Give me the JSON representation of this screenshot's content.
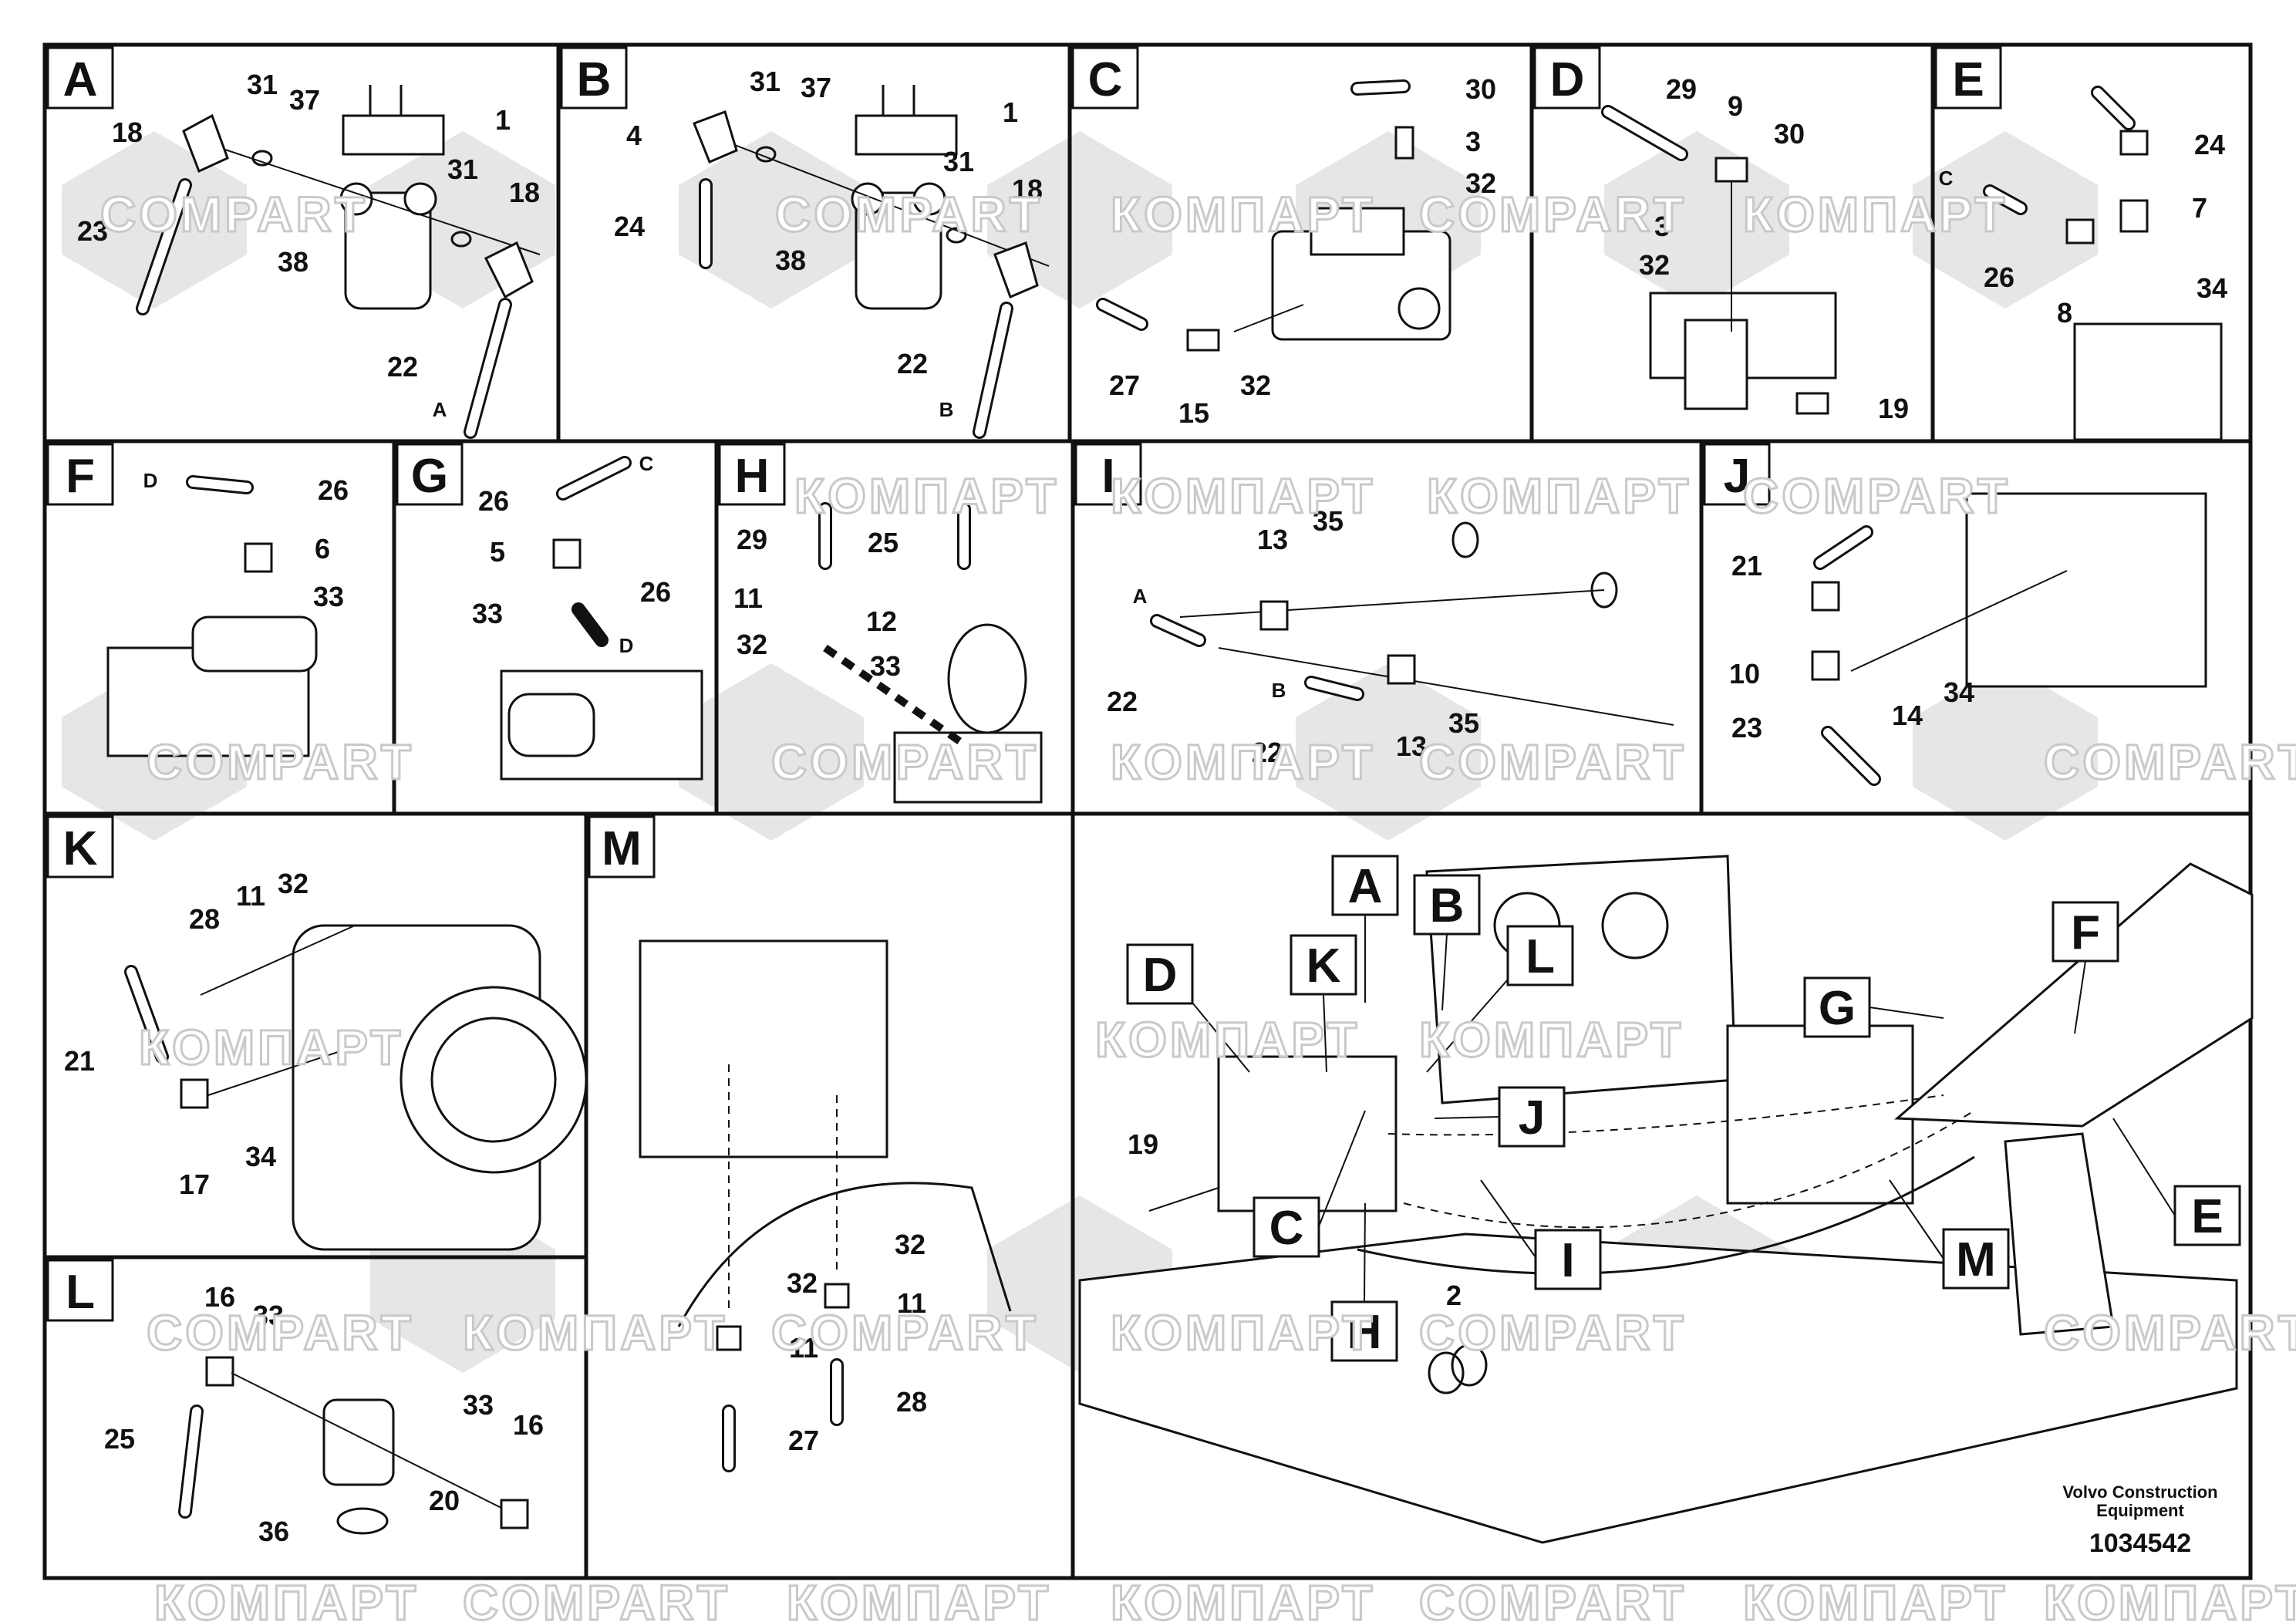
{
  "panels": [
    {
      "id": "A",
      "callouts": [
        "31",
        "37",
        "1",
        "18",
        "23",
        "38",
        "31",
        "18",
        "22",
        "A"
      ]
    },
    {
      "id": "B",
      "callouts": [
        "31",
        "37",
        "1",
        "4",
        "24",
        "38",
        "31",
        "18",
        "22",
        "B"
      ]
    },
    {
      "id": "C",
      "callouts": [
        "30",
        "3",
        "32",
        "27",
        "15",
        "32"
      ]
    },
    {
      "id": "D",
      "callouts": [
        "29",
        "9",
        "30",
        "3",
        "32",
        "19"
      ]
    },
    {
      "id": "E",
      "callouts": [
        "24",
        "C",
        "7",
        "26",
        "8",
        "34"
      ]
    },
    {
      "id": "F",
      "callouts": [
        "D",
        "26",
        "6",
        "33"
      ]
    },
    {
      "id": "G",
      "callouts": [
        "C",
        "26",
        "5",
        "33",
        "26",
        "D"
      ]
    },
    {
      "id": "H",
      "callouts": [
        "29",
        "25",
        "11",
        "12",
        "32",
        "33"
      ]
    },
    {
      "id": "I",
      "callouts": [
        "13",
        "35",
        "A",
        "22",
        "B",
        "22",
        "13",
        "35"
      ]
    },
    {
      "id": "J",
      "callouts": [
        "21",
        "10",
        "14",
        "34",
        "23"
      ]
    },
    {
      "id": "K",
      "callouts": [
        "32",
        "28",
        "11",
        "21",
        "17",
        "34"
      ]
    },
    {
      "id": "L",
      "callouts": [
        "16",
        "33",
        "25",
        "36",
        "20",
        "33",
        "16"
      ]
    },
    {
      "id": "M",
      "callouts": [
        "32",
        "32",
        "11",
        "11",
        "28",
        "27"
      ]
    }
  ],
  "overview": {
    "tags": [
      "A",
      "B",
      "D",
      "K",
      "L",
      "J",
      "C",
      "I",
      "H",
      "G",
      "F",
      "E",
      "M"
    ],
    "callouts": [
      "19",
      "2"
    ]
  },
  "watermark": {
    "text_a": "КОМПАРТ",
    "text_b": "COMPART"
  },
  "footer": {
    "brand_line1": "Volvo Construction",
    "brand_line2": "Equipment",
    "drawing_number": "1034542"
  }
}
